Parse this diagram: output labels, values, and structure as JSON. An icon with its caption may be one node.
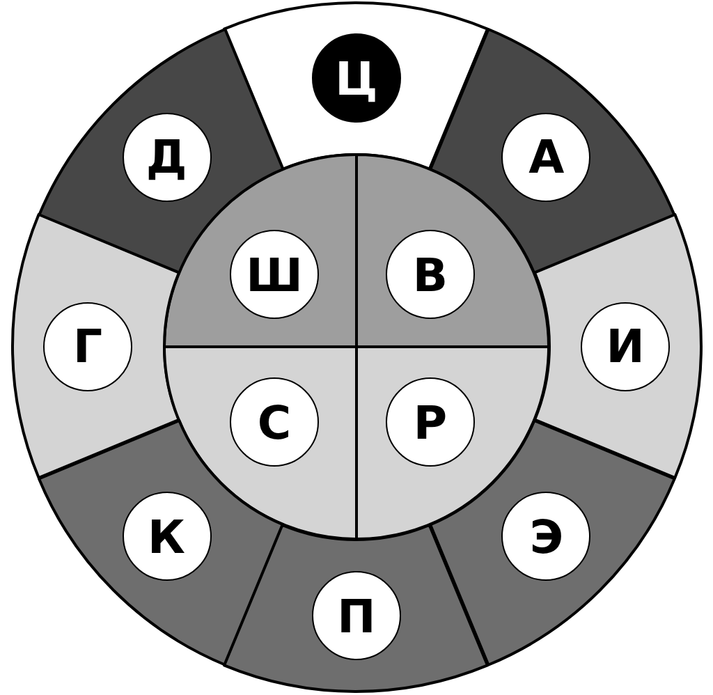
{
  "diagram": {
    "nodes": [
      {
        "text": [],
        "shape": "sector"
      },
      {
        "text": [
          "Ц"
        ],
        "in": 0
      },
      {
        "text": [],
        "shape": "sector"
      },
      {
        "text": [
          "Д"
        ],
        "in": 2
      },
      {
        "text": [],
        "shape": "sector"
      },
      {
        "text": [
          "А"
        ],
        "in": 4
      },
      {
        "text": [],
        "shape": "sector"
      },
      {
        "text": [
          "Ш"
        ],
        "in": 6
      },
      {
        "text": [],
        "shape": "sector"
      },
      {
        "text": [
          "В"
        ],
        "in": 8
      },
      {
        "text": [],
        "shape": "sector"
      },
      {
        "text": [
          "Г"
        ],
        "in": 10
      },
      {
        "text": [],
        "shape": "sector"
      },
      {
        "text": [
          "И"
        ],
        "in": 12
      },
      {
        "text": [],
        "shape": "sector"
      },
      {
        "text": [
          "С"
        ],
        "in": 14
      },
      {
        "text": [],
        "shape": "sector"
      },
      {
        "text": [
          "Р"
        ],
        "in": 16
      },
      {
        "text": [],
        "shape": "sector"
      },
      {
        "text": [
          "К"
        ],
        "in": 18
      },
      {
        "text": [],
        "shape": "sector"
      },
      {
        "text": [
          "Э"
        ],
        "in": 20
      },
      {
        "text": [],
        "shape": "sector"
      },
      {
        "text": [
          "П"
        ],
        "in": 22
      }
    ]
  }
}
